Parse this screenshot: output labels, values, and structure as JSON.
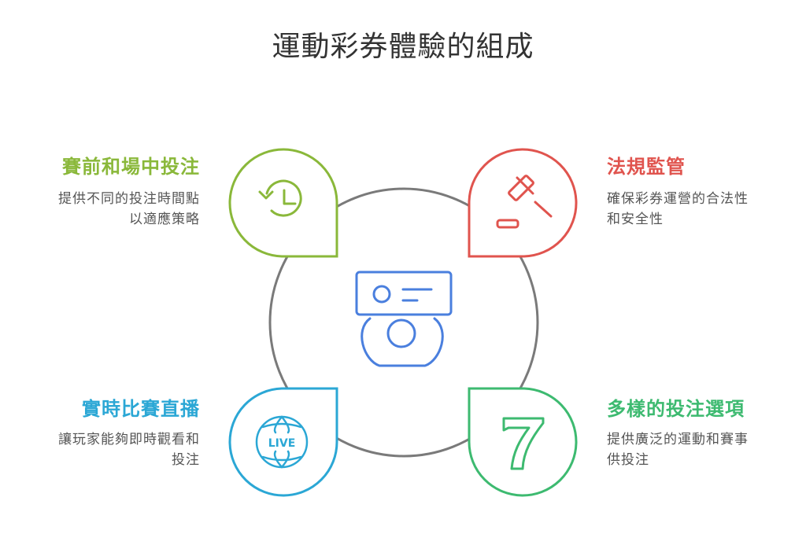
{
  "title": "運動彩券體驗的組成",
  "colors": {
    "green": "#8ab83a",
    "red": "#e0544e",
    "blue": "#2ba7d5",
    "teal": "#3dba70",
    "center": "#4a7fde",
    "ring": "#7a7a7a"
  },
  "items": [
    {
      "title": "賽前和場中投注",
      "desc": "提供不同的投注時間點\n以適應策略",
      "icon": "history-clock-icon"
    },
    {
      "title": "法規監管",
      "desc": "確保彩券運營的合法性\n和安全性",
      "icon": "gavel-icon"
    },
    {
      "title": "實時比賽直播",
      "desc": "讓玩家能夠即時觀看和\n投注",
      "icon": "live-globe-icon"
    },
    {
      "title": "多樣的投注選項",
      "desc": "提供廣泛的運動和賽事\n供投注",
      "icon": "number-seven-icon"
    }
  ],
  "center_icon": "person-ticket-icon"
}
